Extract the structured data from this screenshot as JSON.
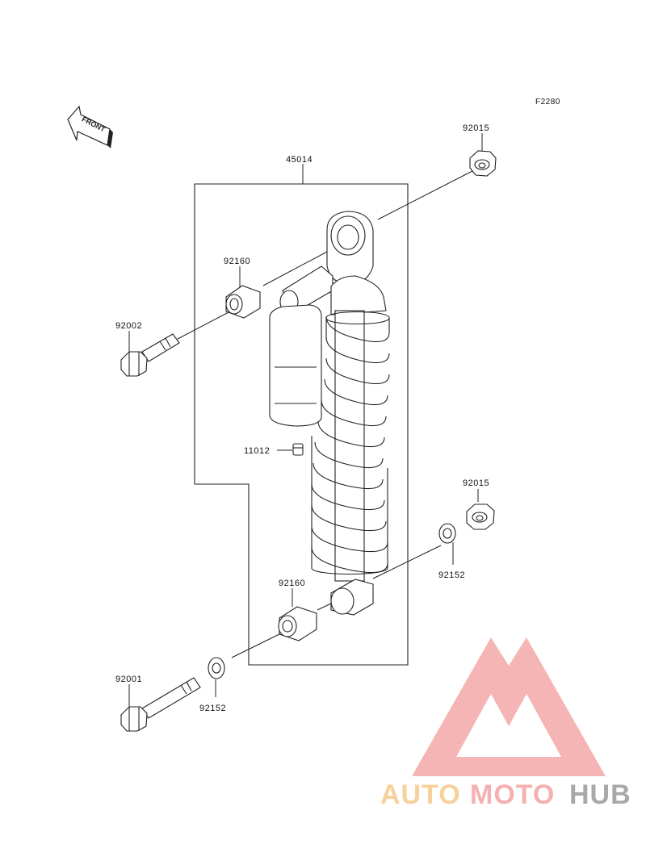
{
  "diagram": {
    "code": "F2280",
    "front_marker": "FRONT",
    "parts": {
      "nut_top": "92015",
      "assembly": "45014",
      "collar_top": "92160",
      "bolt_top": "92002",
      "cap": "11012",
      "nut_bottom": "92015",
      "washer_right": "92152",
      "collar_bottom": "92160",
      "bolt_bottom": "92001",
      "washer_left": "92152"
    }
  },
  "watermark": {
    "word_1": "AUTO",
    "word_2": "MOTO",
    "word_3": "HUB",
    "colors": {
      "auto": "#f6c88a",
      "moto": "#f4a3a3",
      "hub": "#9a9a9a",
      "triangle": "#f28b8b"
    }
  }
}
